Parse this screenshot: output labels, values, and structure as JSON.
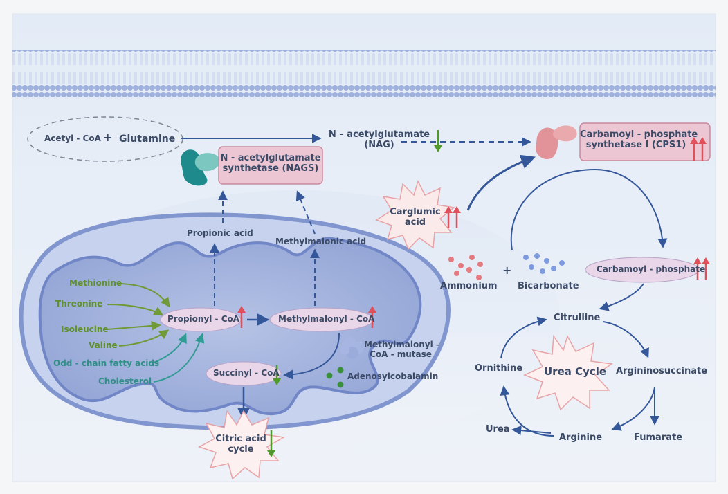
{
  "precursors": {
    "acetyl_coa": "Acetyl - CoA",
    "plus": "+",
    "glutamine": "Glutamine"
  },
  "nag": {
    "line1": "N – acetylglutamate",
    "line2": "(NAG)"
  },
  "nags": {
    "line1": "N - acetylglutamate",
    "line2": "synthetase (NAGS)"
  },
  "cps1": {
    "line1": "Carbamoyl - phosphate",
    "line2": "synthetase I (CPS1)"
  },
  "carglumic": {
    "line1": "Carglumic",
    "line2": "acid"
  },
  "ammonium": "Ammonium",
  "plus2": "+",
  "bicarbonate": "Bicarbonate",
  "carbamoyl_phosphate": "Carbamoyl - phosphate",
  "propionic_acid": "Propionic acid",
  "methylmalonic_acid": "Methylmalonic acid",
  "amino_acids": [
    "Methionine",
    "Threonine",
    "Isoleucine",
    "Valine"
  ],
  "other_sources": [
    "Odd - chain fatty acids",
    "Cholesterol"
  ],
  "propionyl_coa": "Propionyl - CoA",
  "methylmalonyl_coa": "Methylmalonyl - CoA",
  "succinyl_coa": "Succinyl - CoA",
  "mutase": {
    "line1": "Methylmalonyl –",
    "line2": "CoA - mutase"
  },
  "adenosylcobalamin": "Adenosylcobalamin",
  "tca": {
    "line1": "Citric acid",
    "line2": "cycle"
  },
  "urea_cycle": {
    "title": "Urea Cycle",
    "citrulline": "Citrulline",
    "argininosuccinate": "Argininosuccinate",
    "arginine": "Arginine",
    "fumarate": "Fumarate",
    "ornithine": "Ornithine",
    "urea": "Urea"
  },
  "colors": {
    "text": "#3b4a66",
    "arrow": "#34579a",
    "up_arrow": "#e0505a",
    "down_arrow": "#4f9a2a",
    "enzyme_box": "#ecc6d3",
    "membrane": "#9fb4dd"
  }
}
